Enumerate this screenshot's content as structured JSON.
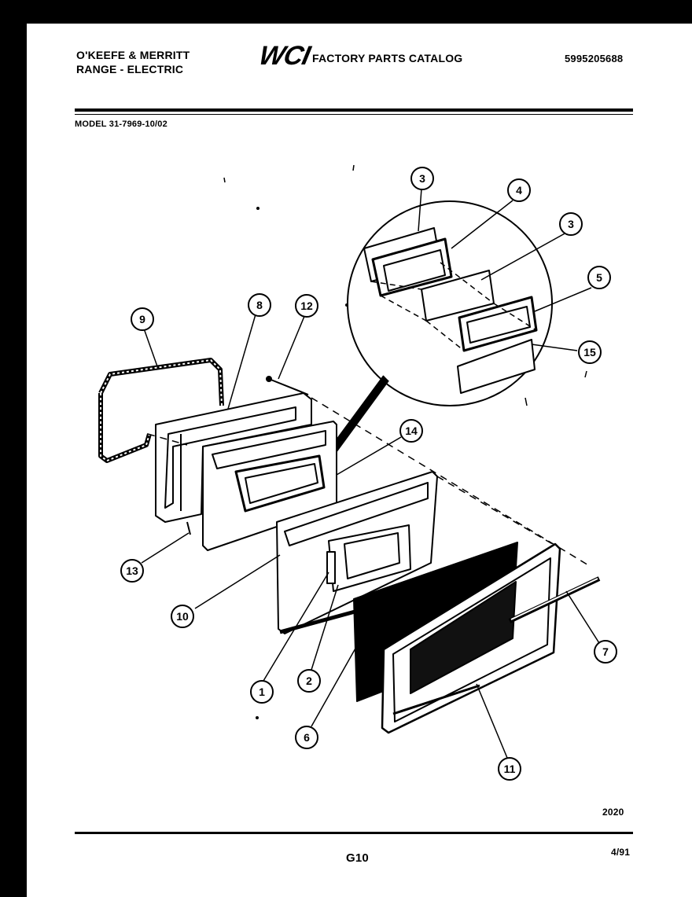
{
  "header": {
    "brand_line1": "O'KEEFE & MERRITT",
    "brand_line2": "RANGE - ELECTRIC",
    "logo_text": "WCI",
    "catalog_title": "FACTORY PARTS CATALOG",
    "catalog_number": "5995205688",
    "model": "MODEL 31-7969-10/02"
  },
  "diagram": {
    "callouts": [
      "1",
      "2",
      "3",
      "3",
      "4",
      "5",
      "6",
      "7",
      "8",
      "9",
      "10",
      "11",
      "12",
      "13",
      "14",
      "15"
    ]
  },
  "footer": {
    "figure_number": "2020",
    "page_code": "G10",
    "date": "4/91"
  }
}
